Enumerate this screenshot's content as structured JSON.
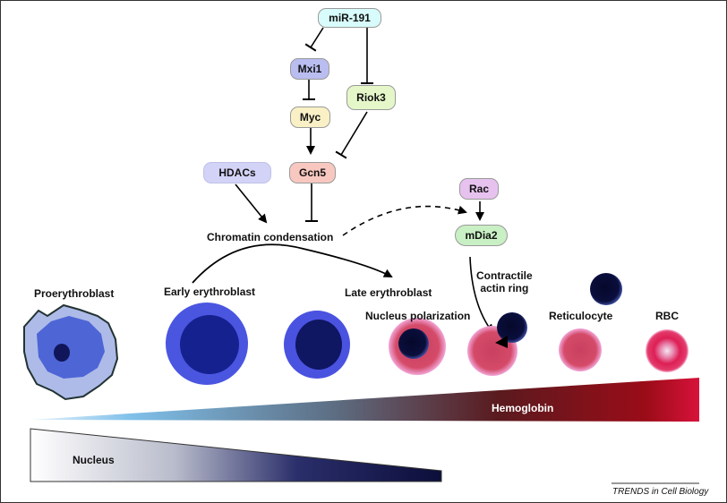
{
  "pathway": {
    "mir191": "miR-191",
    "mxi1": "Mxi1",
    "myc": "Myc",
    "riok3": "Riok3",
    "gcn5": "Gcn5",
    "hdacs": "HDACs",
    "rac": "Rac",
    "mdia2": "mDia2",
    "chromatin": "Chromatin condensation",
    "contractile_line1": "Contractile",
    "contractile_line2": "actin ring"
  },
  "stages": {
    "proerythroblast": "Proerythroblast",
    "early": "Early erythroblast",
    "late": "Late erythroblast",
    "polarization": "Nucleus polarization",
    "reticulocyte": "Reticulocyte",
    "rbc": "RBC"
  },
  "gradients": {
    "hemoglobin": "Hemoglobin",
    "nucleus": "Nucleus"
  },
  "credit": "TRENDS in Cell Biology",
  "colors": {
    "mir191": "#d8fbfb",
    "mxi1": "#b9bdf0",
    "myc": "#faf0c6",
    "riok3": "#e5f7c9",
    "gcn5": "#f8c8c0",
    "hdacs": "#d3d3f8",
    "rac": "#e7c2ef",
    "mdia2": "#c9efc4"
  }
}
